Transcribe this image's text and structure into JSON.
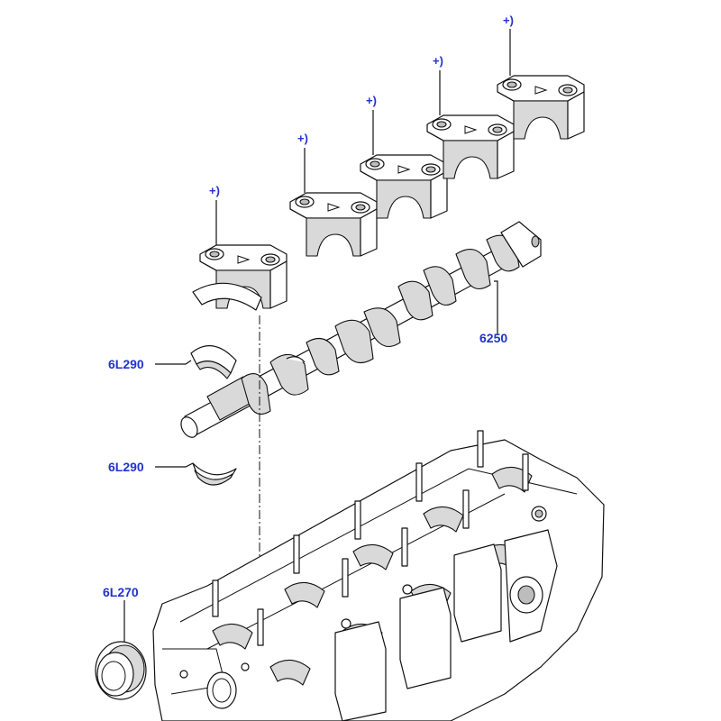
{
  "diagram": {
    "callouts": {
      "camshaft": "6250",
      "bearing_upper": "6L290",
      "bearing_lower": "6L290",
      "oil_seal": "6L270"
    },
    "cap_marks": [
      "+)",
      "+)",
      "+)",
      "+)",
      "+)"
    ],
    "colors": {
      "label": "#2233cc",
      "line": "#111111",
      "shade": "#d9d9d9"
    }
  }
}
